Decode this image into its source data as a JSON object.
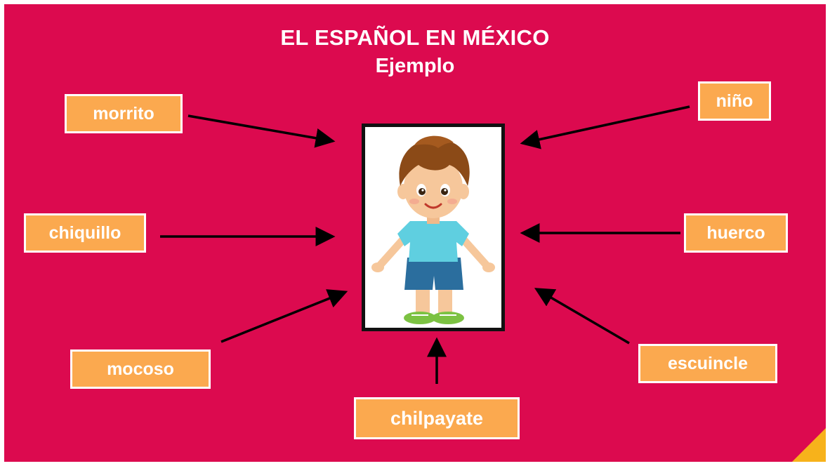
{
  "slide": {
    "title": "EL ESPAÑOL EN MÉXICO",
    "subtitle": "Ejemplo",
    "background_color": "#dc0a4f",
    "box_color": "#fba94f",
    "corner_color": "#f7b21b"
  },
  "image": {
    "icon": "boy-illustration-icon"
  },
  "words": {
    "morrito": "morrito",
    "chiquillo": "chiquillo",
    "mocoso": "mocoso",
    "chilpayate": "chilpayate",
    "escuincle": "escuincle",
    "huerco": "huerco",
    "nino": "niño"
  }
}
